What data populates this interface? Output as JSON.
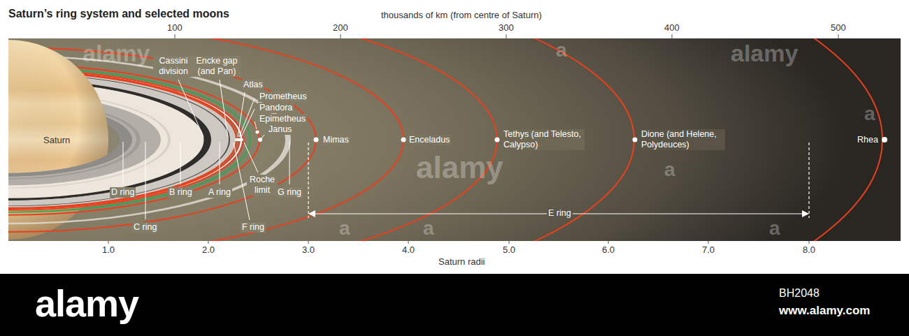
{
  "diagram": {
    "title": "Saturn’s ring system and selected moons",
    "labels": [
      "thousands of km (from centre of Saturn)",
      "100",
      "200",
      "300",
      "400",
      "500",
      "Saturn",
      "Cassini division",
      "Encke gap (and Pan)",
      "Atlas",
      "Prometheus",
      "Pandora",
      "Epimetheus",
      "Janus",
      "Mimas",
      "Enceladus",
      "Tethys (and Telesto, Calypso)",
      "Dione (and Helene, Polydeuces)",
      "Rhea",
      "Roche limit",
      "D ring",
      "C ring",
      "B ring",
      "A ring",
      "F ring",
      "G ring",
      "E ring",
      "1.0",
      "2.0",
      "3.0",
      "4.0",
      "5.0",
      "6.0",
      "7.0",
      "8.0",
      "Saturn radii",
      "alamy",
      "BH2048",
      "www.alamy.com",
      "alamy",
      "alamy",
      "alamy",
      "a",
      "a",
      "a",
      "a",
      "a",
      "a"
    ]
  }
}
